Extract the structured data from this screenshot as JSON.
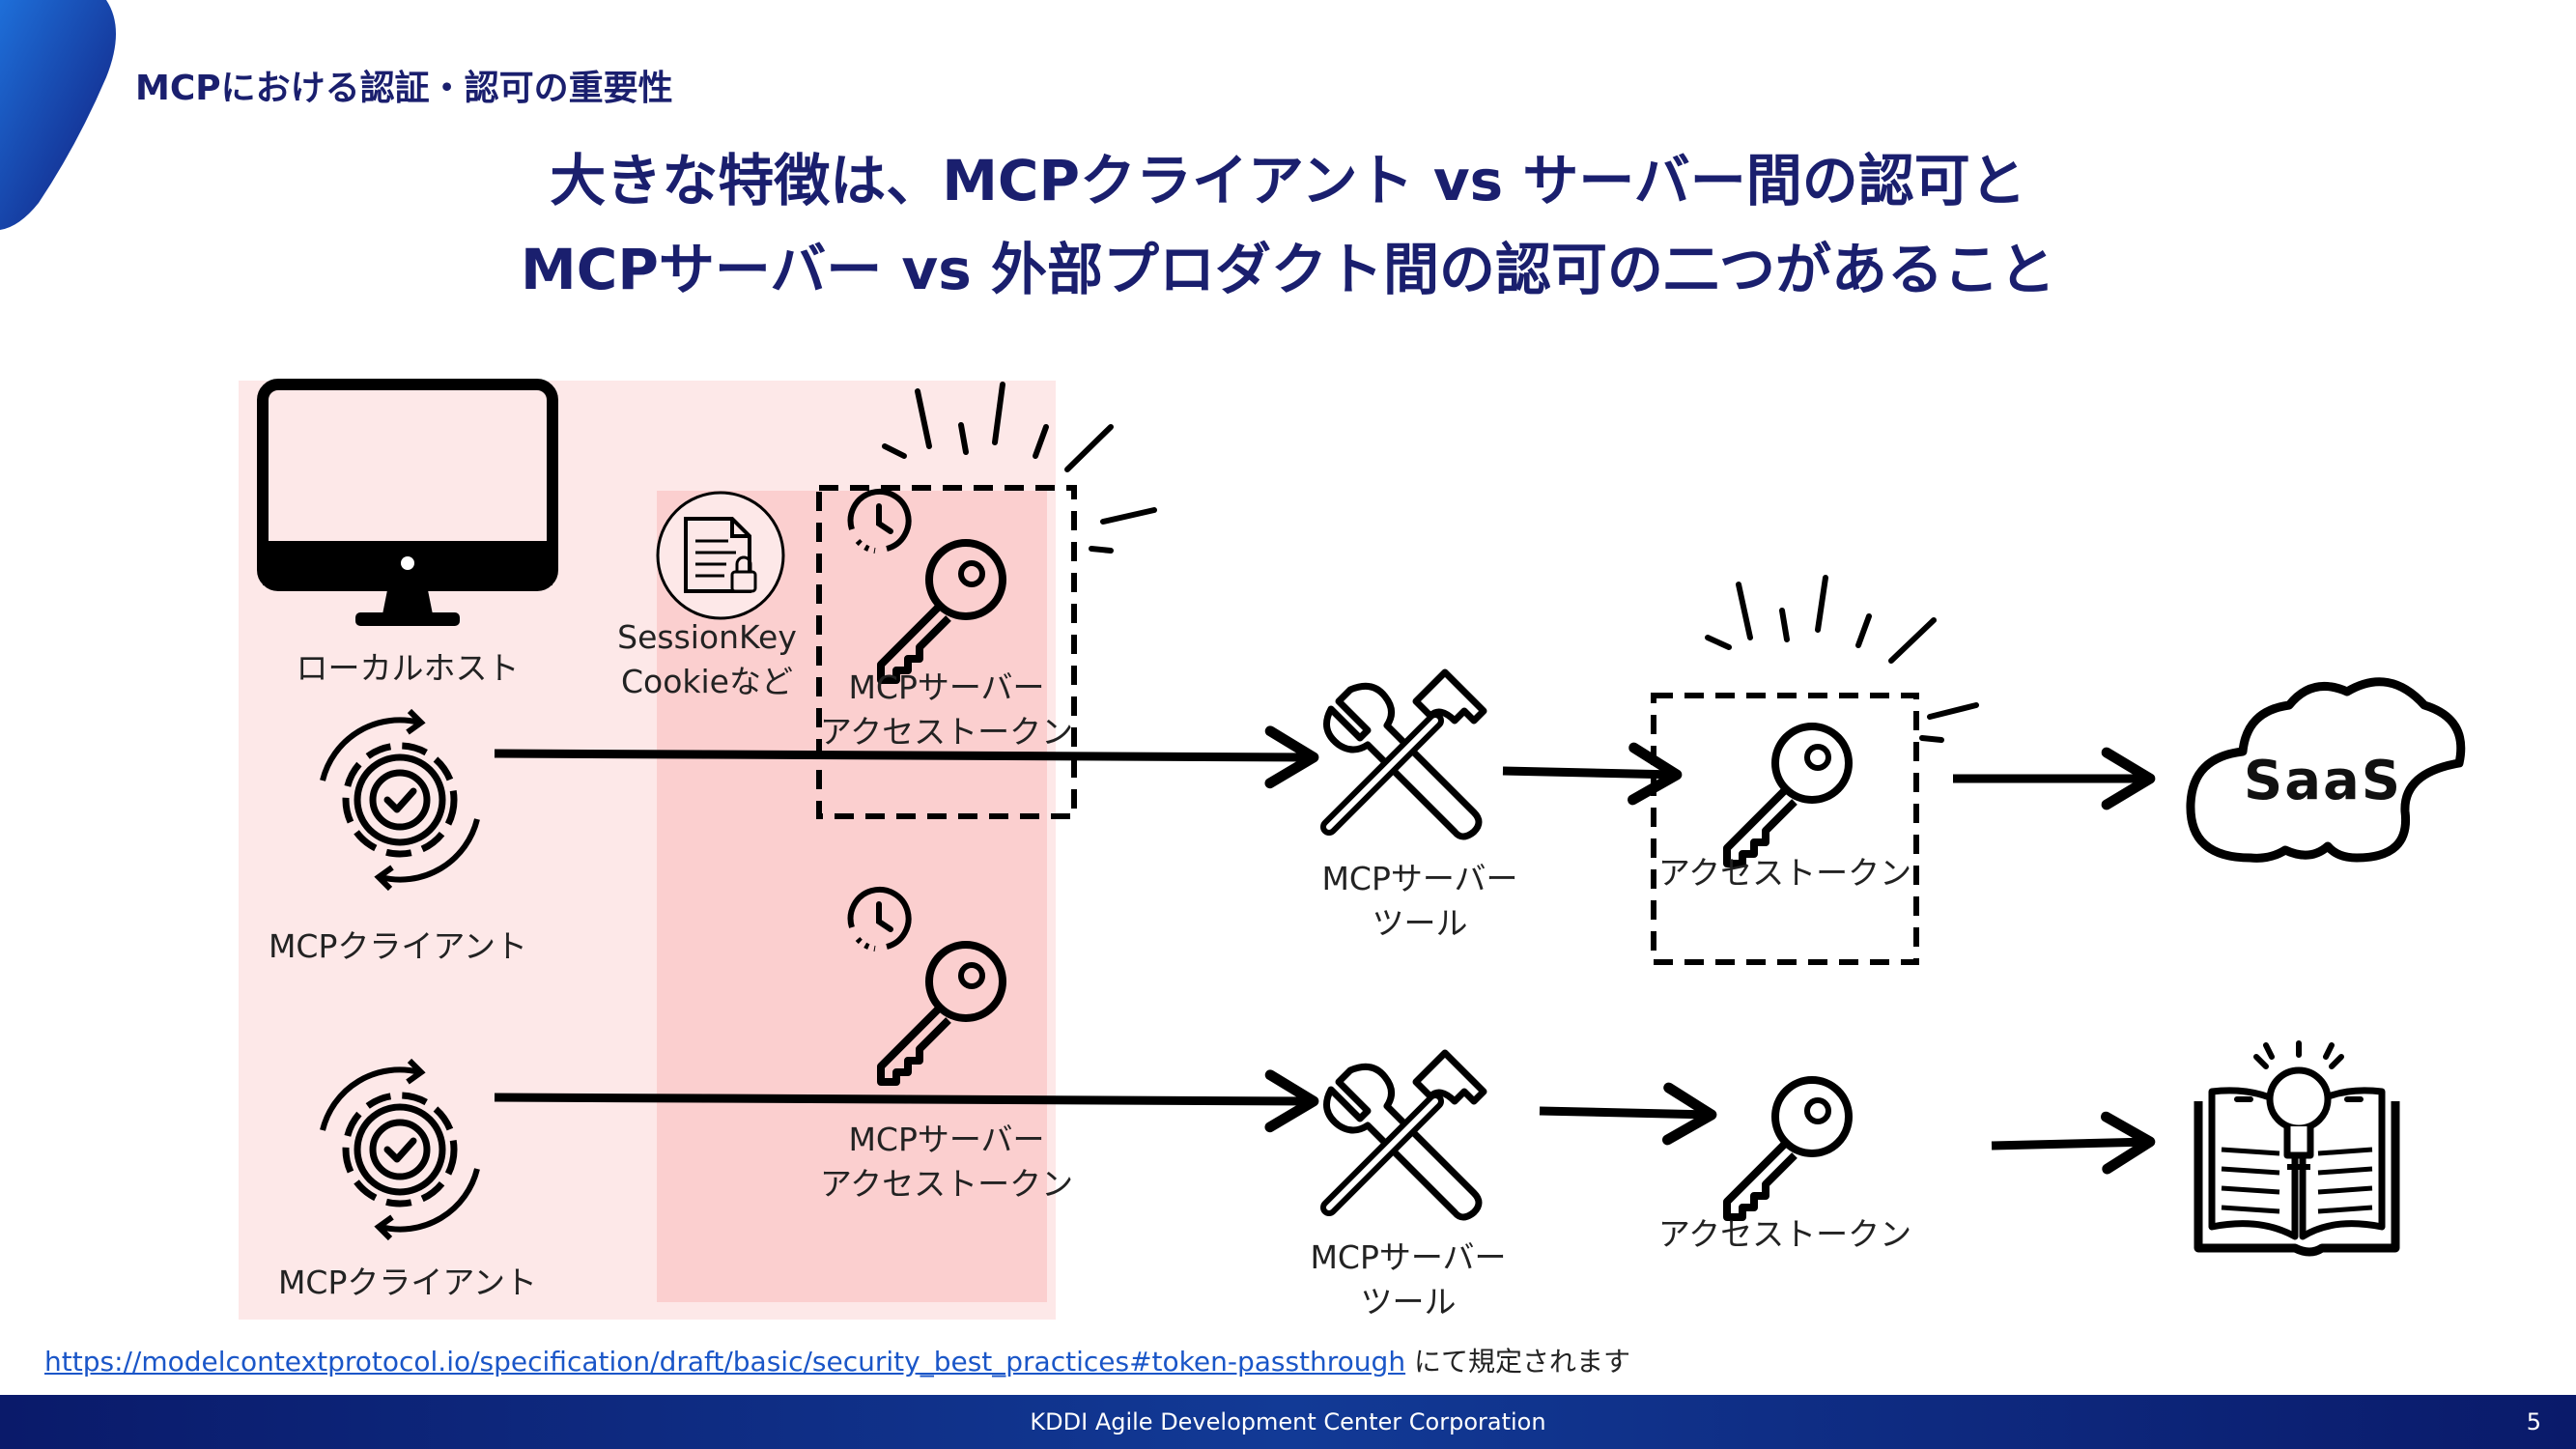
{
  "header": {
    "section_title": "MCPにおける認証・認可の重要性",
    "headline_line1": "大きな特徴は、MCPクライアント vs サーバー間の認可と",
    "headline_line2": "MCPサーバー vs 外部プロダクト間の認可の二つがあること"
  },
  "diagram": {
    "localhost_label": "ローカルホスト",
    "session_label_line1": "SessionKey",
    "session_label_line2": "Cookieなど",
    "client_top_label": "MCPクライアント",
    "client_bottom_label": "MCPクライアント",
    "server_token_top_line1": "MCPサーバー",
    "server_token_top_line2": "アクセストークン",
    "server_token_bottom_line1": "MCPサーバー",
    "server_token_bottom_line2": "アクセストークン",
    "tool_top_line1": "MCPサーバー",
    "tool_top_line2": "ツール",
    "tool_bottom_line1": "MCPサーバー",
    "tool_bottom_line2": "ツール",
    "access_token_top": "アクセストークン",
    "access_token_bottom": "アクセストークン",
    "saas_label": "SaaS"
  },
  "footnote": {
    "link_text": "https://modelcontextprotocol.io/specification/draft/basic/security_best_practices#token-passthrough",
    "suffix": " にて規定されます"
  },
  "footer": {
    "company": "KDDI Agile Development Center Corporation",
    "page_number": "5"
  },
  "colors": {
    "brand_navy": "#1a1f6e",
    "region_light": "#fde8e8",
    "region_dark": "#fbcfcf",
    "link": "#1a56c8"
  }
}
